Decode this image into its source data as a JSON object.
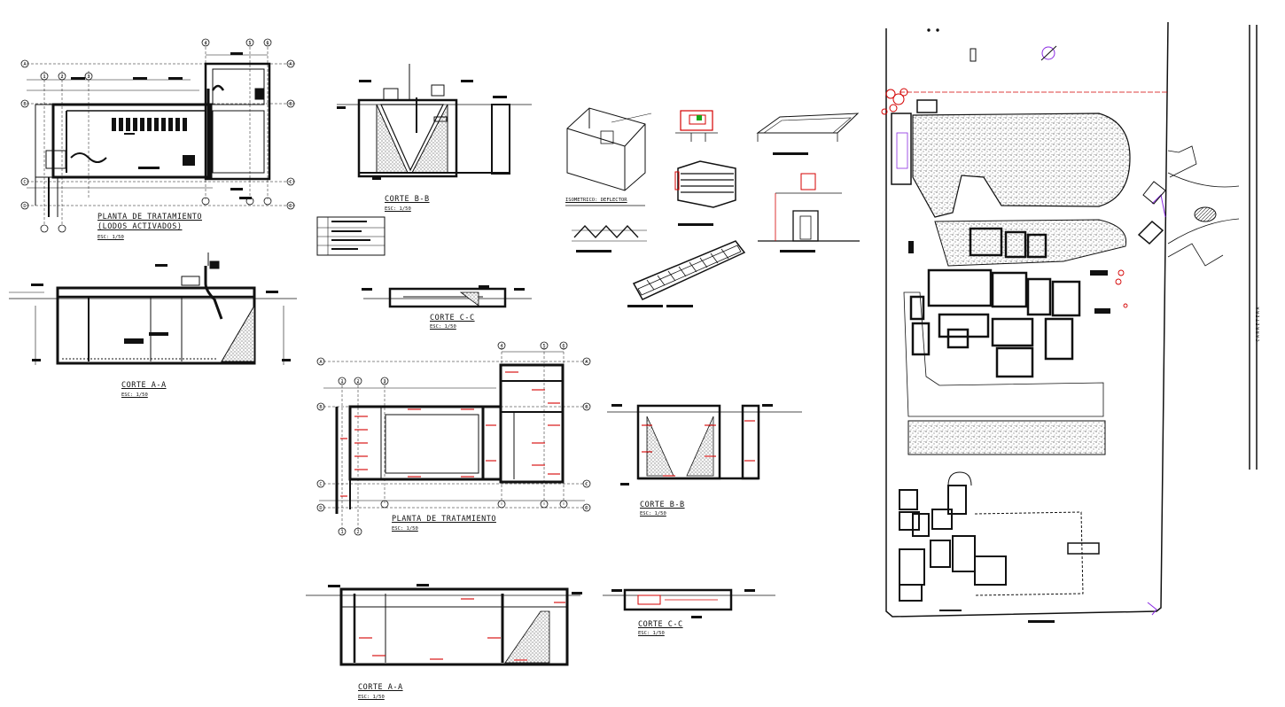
{
  "labels": {
    "planta_lodos_title": "PLANTA DE TRATAMIENTO",
    "planta_lodos_sub": "(LODOS ACTIVADOS)",
    "planta_lodos_scale": "ESC: 1/50",
    "corte_aa_1": "CORTE A-A",
    "corte_aa_1_scale": "ESC: 1/50",
    "corte_bb_1": "CORTE B-B",
    "corte_bb_1_scale": "ESC: 1/50",
    "corte_cc_1": "CORTE C-C",
    "corte_cc_1_scale": "ESC: 1/50",
    "isometrico": "ISOMETRICO: DEFLECTOR",
    "planta_2_title": "PLANTA DE TRATAMIENTO",
    "planta_2_scale": "ESC: 1/50",
    "corte_bb_2": "CORTE B-B",
    "corte_bb_2_scale": "ESC: 1/50",
    "corte_aa_2": "CORTE A-A",
    "corte_aa_2_scale": "ESC: 1/50",
    "corte_cc_2": "CORTE C-C",
    "corte_cc_2_scale": "ESC: 1/50",
    "road_label": "CARRETERA"
  },
  "colors": {
    "line": "#111111",
    "rebar": "#d40000",
    "accent_green": "#18a818",
    "accent_purple": "#8a2be2",
    "paper": "#ffffff"
  },
  "grid_bubbles": {
    "planta_lodos": [
      "A",
      "B",
      "C",
      "D",
      "1",
      "2",
      "3",
      "4",
      "5",
      "6"
    ],
    "planta_2": [
      "A",
      "B",
      "C",
      "D",
      "1",
      "2",
      "3",
      "4",
      "5",
      "6"
    ]
  },
  "icons": [
    "north-arrow-icon",
    "section-marker-icon",
    "grid-bubble-icon"
  ]
}
